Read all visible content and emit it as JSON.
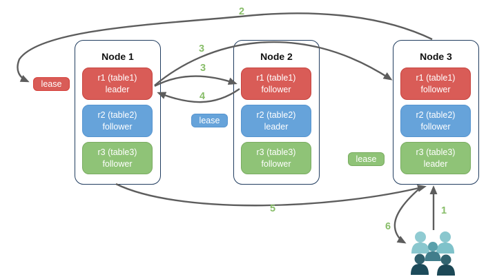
{
  "nodes": [
    {
      "title": "Node 1",
      "replicas": [
        {
          "name": "r1 (table1)",
          "role": "leader",
          "color": "red"
        },
        {
          "name": "r2 (table2)",
          "role": "follower",
          "color": "blue"
        },
        {
          "name": "r3 (table3)",
          "role": "follower",
          "color": "green"
        }
      ]
    },
    {
      "title": "Node 2",
      "replicas": [
        {
          "name": "r1 (table1)",
          "role": "follower",
          "color": "red"
        },
        {
          "name": "r2 (table2)",
          "role": "leader",
          "color": "blue"
        },
        {
          "name": "r3 (table3)",
          "role": "follower",
          "color": "green"
        }
      ]
    },
    {
      "title": "Node 3",
      "replicas": [
        {
          "name": "r1 (table1)",
          "role": "follower",
          "color": "red"
        },
        {
          "name": "r2 (table2)",
          "role": "follower",
          "color": "blue"
        },
        {
          "name": "r3 (table3)",
          "role": "leader",
          "color": "green"
        }
      ]
    }
  ],
  "leases": [
    {
      "label": "lease",
      "color": "red"
    },
    {
      "label": "lease",
      "color": "blue"
    },
    {
      "label": "lease",
      "color": "green"
    }
  ],
  "step_labels": {
    "s1": "1",
    "s2": "2",
    "s3a": "3",
    "s3b": "3",
    "s4": "4",
    "s5": "5",
    "s6": "6"
  },
  "icons": {
    "users": "users-group-icon"
  },
  "palette": {
    "replica_red": "#d95c57",
    "replica_blue": "#66a3da",
    "replica_green": "#8fc377",
    "step_number_green": "#87bd68",
    "arrow_gray": "#5d5d5d",
    "node_border_navy": "#1f3b5e",
    "users_teal_light": "#90cbd2",
    "users_teal_mid": "#4f96a2",
    "users_teal_dark": "#2b5864"
  }
}
